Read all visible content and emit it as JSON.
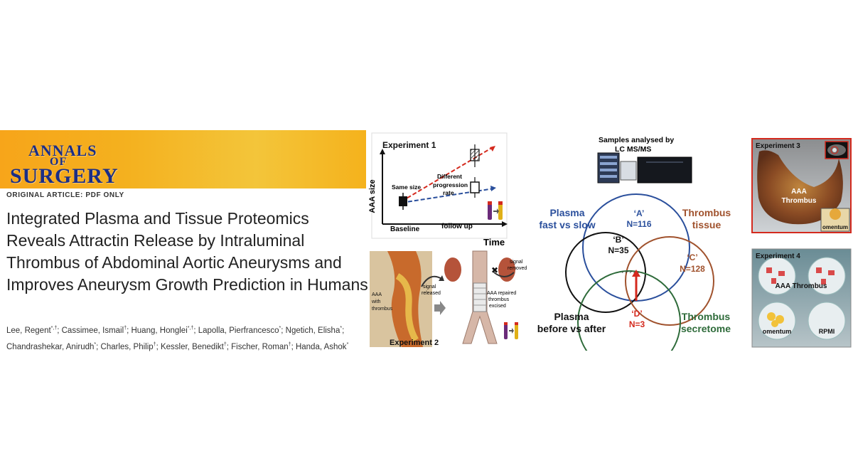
{
  "journal": {
    "line1": "ANNALS",
    "line2": "OF",
    "line3": "SURGERY"
  },
  "article_type": "ORIGINAL ARTICLE: PDF ONLY",
  "title": "Integrated Plasma and Tissue Proteomics Reveals Attractin Release by Intraluminal Thrombus of Abdominal Aortic Aneurysms and Improves Aneurysm Growth Prediction in Humans",
  "authors": [
    {
      "name": "Lee, Regent",
      "sup": "*,†"
    },
    {
      "name": "Cassimee, Ismail",
      "sup": "†"
    },
    {
      "name": "Huang, Honglei",
      "sup": "*,†"
    },
    {
      "name": "Lapolla, Pierfrancesco",
      "sup": "*"
    },
    {
      "name": "Ngetich, Elisha",
      "sup": "*"
    },
    {
      "name": "Chandrashekar, Anirudh",
      "sup": "*"
    },
    {
      "name": "Charles, Philip",
      "sup": "†"
    },
    {
      "name": "Kessler, Benedikt",
      "sup": "†"
    },
    {
      "name": "Fischer, Roman",
      "sup": "†"
    },
    {
      "name": "Handa, Ashok",
      "sup": "*"
    }
  ],
  "figure": {
    "exp1": {
      "label": "Experiment 1",
      "ylabel": "AAA size",
      "xlabel": "Time",
      "same_size": "Same size",
      "different": "Different",
      "progression": "progression",
      "rate": "rate",
      "baseline": "Baseline",
      "follow_up": "follow up"
    },
    "exp2": {
      "label": "Experiment 2",
      "aaa_with": "AAA",
      "with": "with",
      "thrombus": "thrombus",
      "signal": "signal",
      "released": "released",
      "signal2": "signal",
      "removed": "removed",
      "repaired1": "AAA repaired",
      "repaired2": "thrombus",
      "repaired3": "excised"
    },
    "center": {
      "samples1": "Samples analysed by",
      "samples2": "LC MS/MS",
      "plasma_fast1": "Plasma",
      "plasma_fast2": "fast vs slow",
      "thrombus_tissue1": "Thrombus",
      "thrombus_tissue2": "tissue",
      "plasma_ba1": "Plasma",
      "plasma_ba2": "before vs after",
      "thrombus_sec1": "Thrombus",
      "thrombus_sec2": "secretome",
      "A_label": "‘A’",
      "A_n": "N=116",
      "B_label": "‘B’",
      "B_n": "N=35",
      "C_label": "‘C’",
      "C_n": "N=128",
      "D_label": "‘D’",
      "D_n": "N=3"
    },
    "exp3": {
      "label": "Experiment 3",
      "aaa": "AAA",
      "thrombus": "Thrombus",
      "omentum": "omentum"
    },
    "exp4": {
      "label": "Experiment 4",
      "aaa_thrombus": "AAA Thrombus",
      "omentum": "omentum",
      "rpmi": "RPMI"
    },
    "colors": {
      "blue": "#2a4f9c",
      "brown": "#a0522d",
      "green": "#2e6b3a",
      "red": "#d42a1e",
      "navy": "#1b2e86"
    }
  }
}
